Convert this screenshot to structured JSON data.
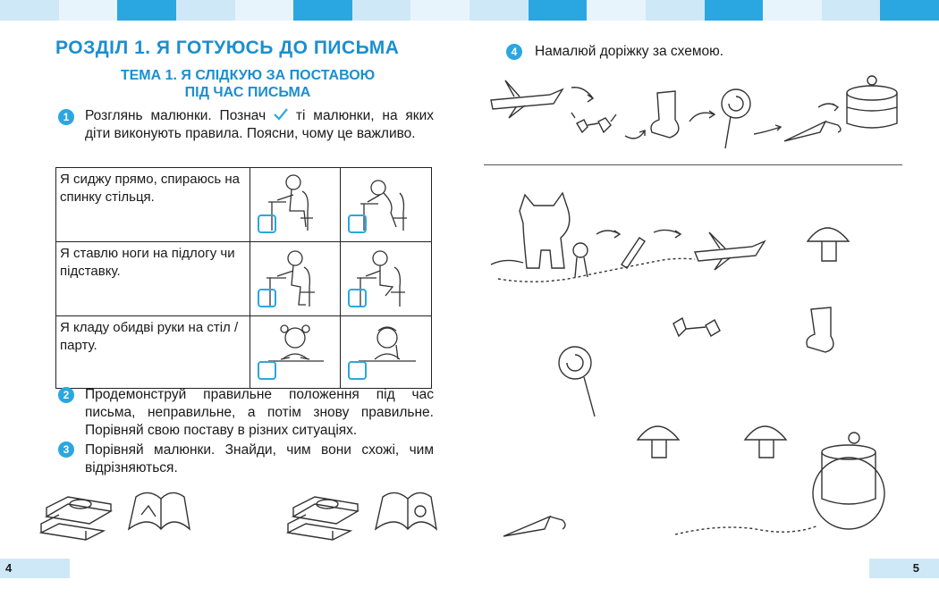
{
  "colors": {
    "accent": "#1b8fcf",
    "badge": "#2aa7e0",
    "bar_light": "#cfe8f8",
    "bar_dark": "#2aa7e0"
  },
  "left_page": {
    "page_number": "4",
    "section_title": "РОЗДІЛ 1. Я ГОТУЮСЬ ДО ПИСЬМА",
    "topic_title_line1": "ТЕМА 1. Я СЛІДКУЮ ЗА ПОСТАВОЮ",
    "topic_title_line2": "ПІД ЧАС ПИСЬМА",
    "task1": {
      "number": "1",
      "text_before_check": "Розглянь малюнки. Познач",
      "check_icon": "checkmark-icon",
      "text_after_check": "ті малюнки, на яких діти виконують правила. Поясни, чому це важливо."
    },
    "table_rows": [
      {
        "rule": "Я сиджу прямо, спираюсь на спинку стільця."
      },
      {
        "rule": "Я ставлю ноги на підлогу чи підставку."
      },
      {
        "rule": "Я кладу обидві руки на стіл / парту."
      }
    ],
    "task2": {
      "number": "2",
      "text": "Продемонструй правильне положення під час письма, неправильне, а потім знову правильне. Порівняй свою поставу в різних ситуаціях."
    },
    "task3": {
      "number": "3",
      "text": "Порівняй малюнки. Знайди, чим вони схожі, чим відрізняються."
    }
  },
  "right_page": {
    "page_number": "5",
    "task4": {
      "number": "4",
      "text": "Намалюй доріжку за схемою."
    }
  }
}
